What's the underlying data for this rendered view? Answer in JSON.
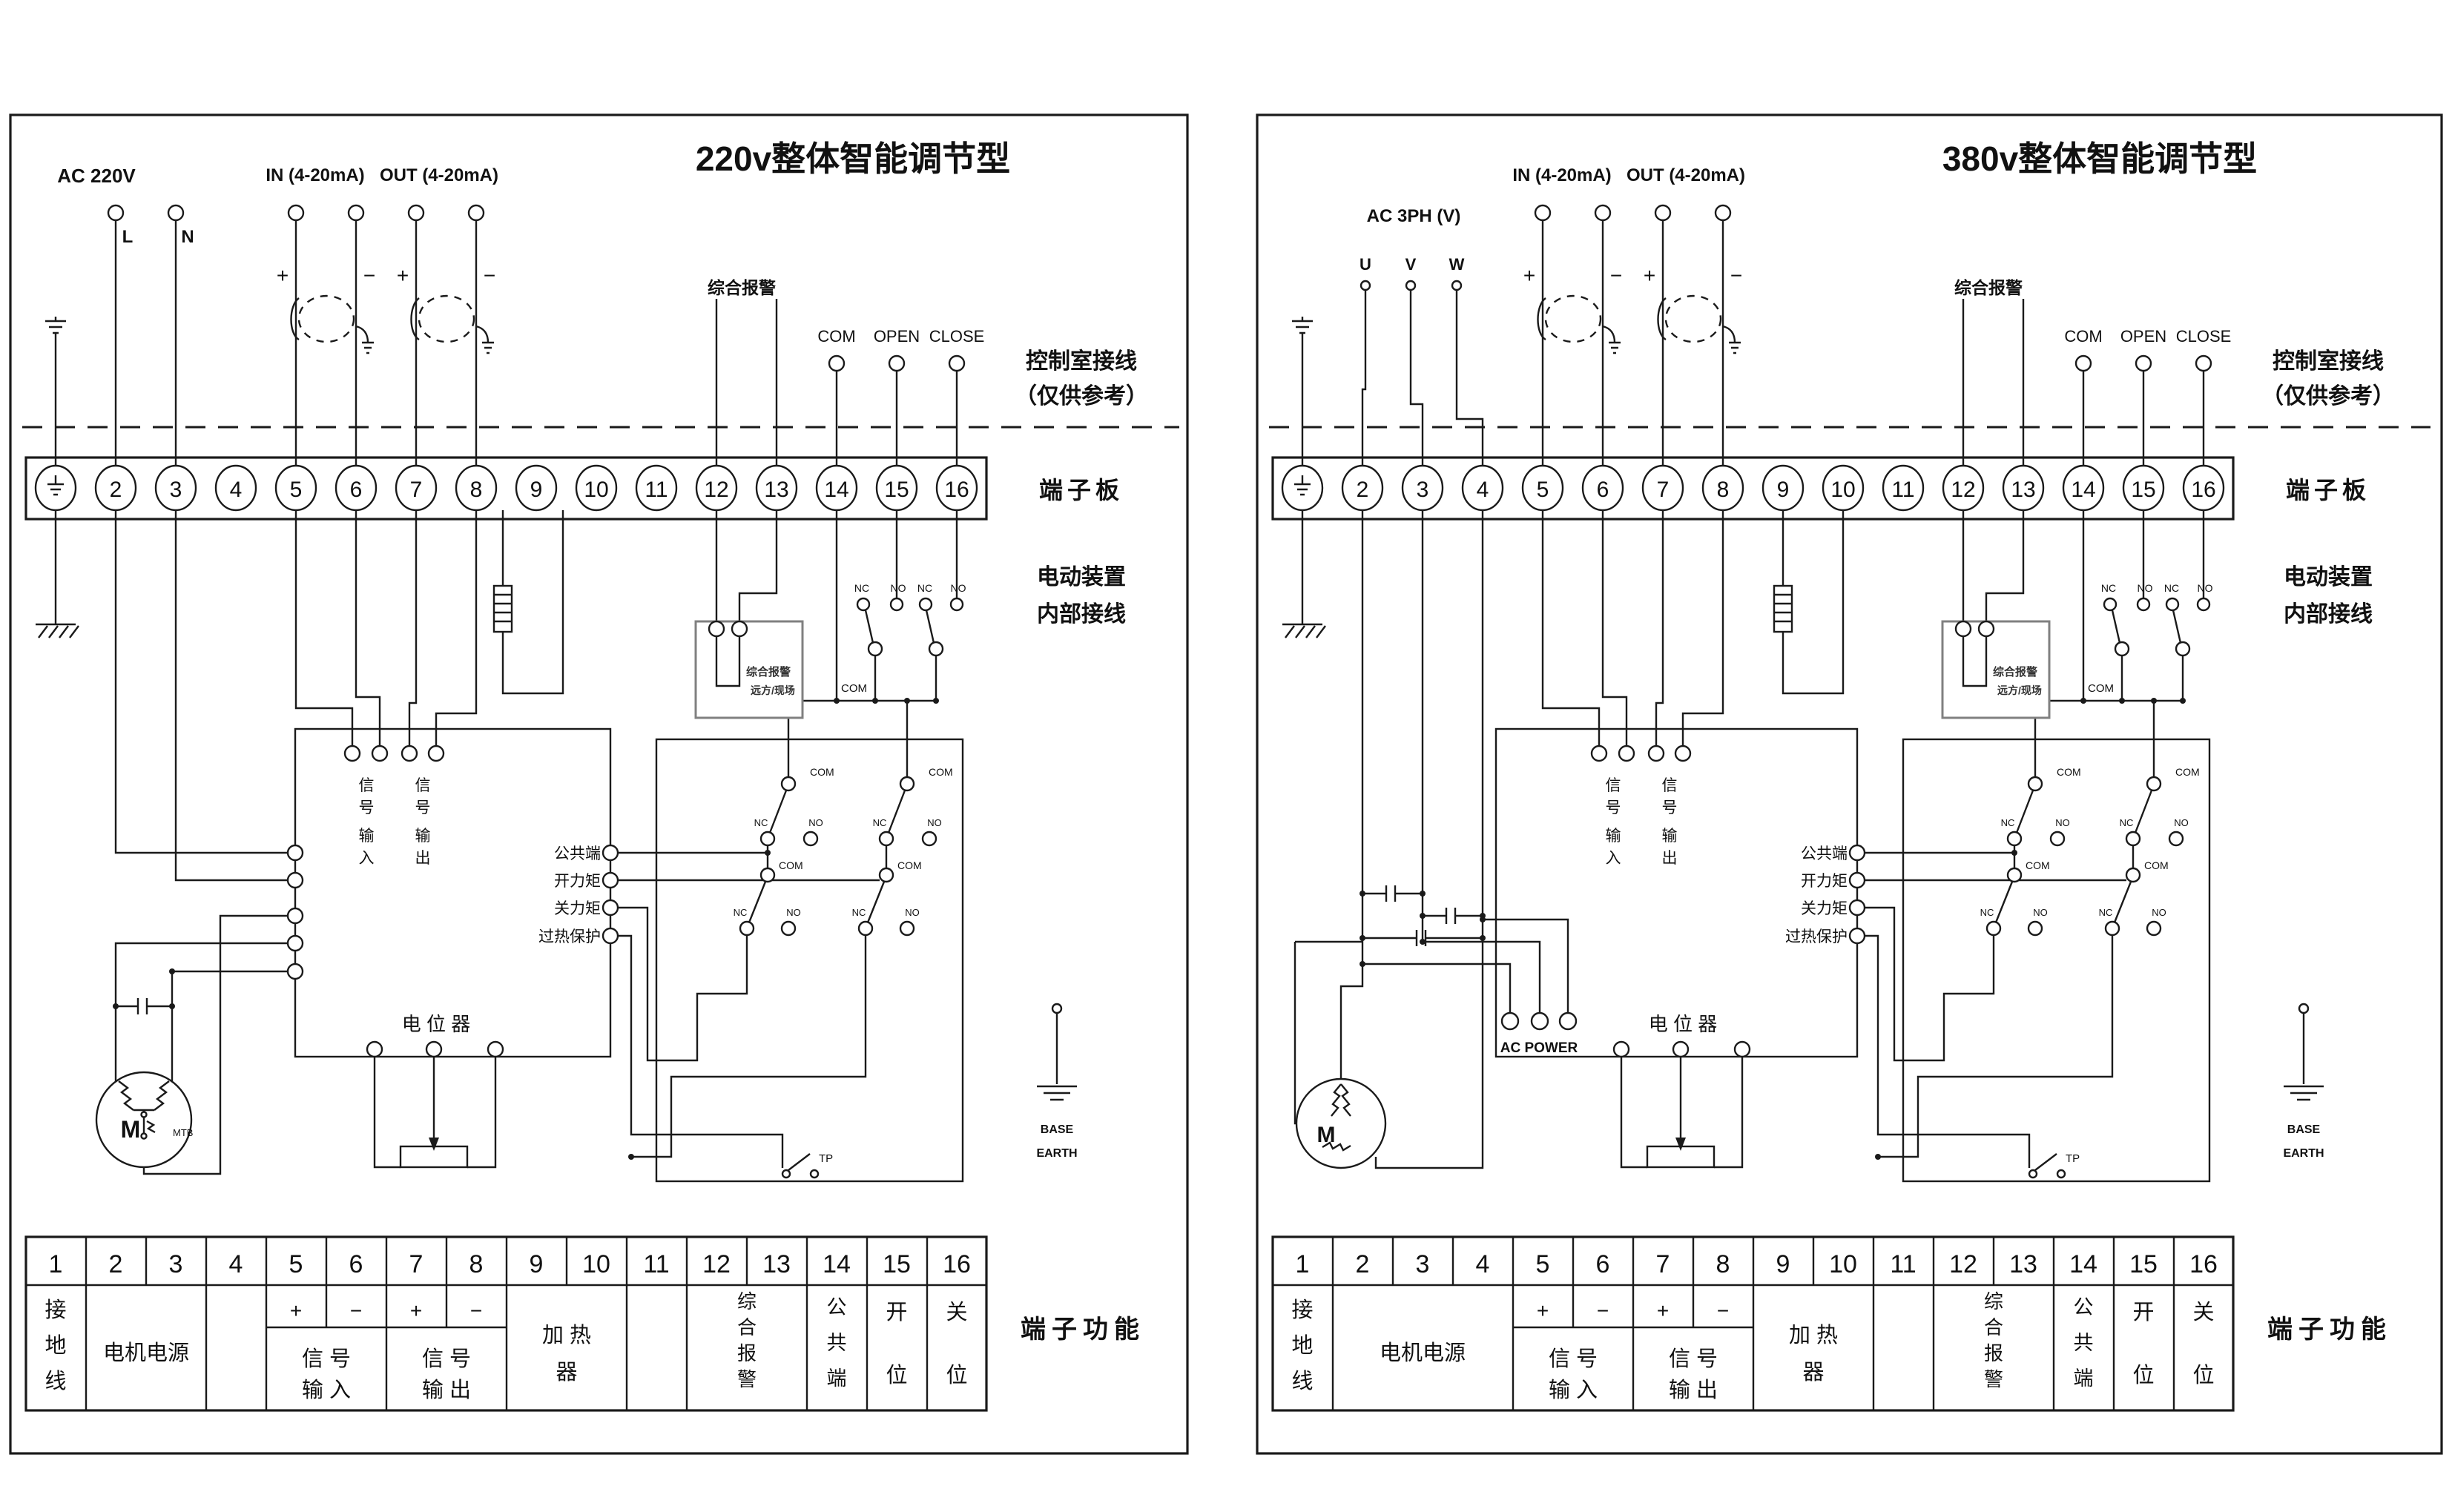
{
  "shared": {
    "in_label": "IN (4-20mA)",
    "out_label": "OUT (4-20mA)",
    "plus": "+",
    "minus": "−",
    "alarm_label": "综合报警",
    "com": "COM",
    "open": "OPEN",
    "close": "CLOSE",
    "nc": "NC",
    "no": "NO",
    "tp": "TP",
    "motor_m": "M",
    "control_room_note": [
      "控制室接线",
      "（仅供参考）"
    ],
    "terminal_board": "端子板",
    "internal_wiring": [
      "电动装置",
      "内部接线"
    ],
    "terminals": [
      "⏚",
      "2",
      "3",
      "4",
      "5",
      "6",
      "7",
      "8",
      "9",
      "10",
      "11",
      "12",
      "13",
      "14",
      "15",
      "16"
    ],
    "signal_in_chars": [
      "信",
      "号",
      "输",
      "入"
    ],
    "signal_out_chars": [
      "信",
      "号",
      "输",
      "出"
    ],
    "board_right_labels": [
      "公共端",
      "开力矩",
      "关力矩",
      "过热保护"
    ],
    "potentiometer": "电 位 器",
    "alarm_box_lines": [
      "综合报警",
      "远方/现场"
    ],
    "base_earth": [
      "BASE",
      "EARTH"
    ],
    "table": {
      "numbers": [
        "1",
        "2",
        "3",
        "4",
        "5",
        "6",
        "7",
        "8",
        "9",
        "10",
        "11",
        "12",
        "13",
        "14",
        "15",
        "16"
      ],
      "ground_chars": [
        "接",
        "地",
        "线"
      ],
      "motor_power": "电机电源",
      "signal_in": [
        "信 号",
        "输 入"
      ],
      "signal_out": [
        "信 号",
        "输 出"
      ],
      "heater": [
        "加 热",
        "器"
      ],
      "alarm_chars": [
        "综",
        "合",
        "报",
        "警"
      ],
      "common_chars": [
        "公",
        "共",
        "端"
      ],
      "open_chars": [
        "开",
        "位"
      ],
      "close_chars": [
        "关",
        "位"
      ],
      "function_label": "端子功能"
    }
  },
  "panels": [
    {
      "title": "220v整体智能调节型",
      "power_label": "AC 220V",
      "phase_labels": [
        "L",
        "N"
      ],
      "mtb": "MTB"
    },
    {
      "title": "380v整体智能调节型",
      "power_label": "AC 3PH (V)",
      "phase_labels": [
        "U",
        "V",
        "W"
      ],
      "ac_power": "AC POWER"
    }
  ]
}
